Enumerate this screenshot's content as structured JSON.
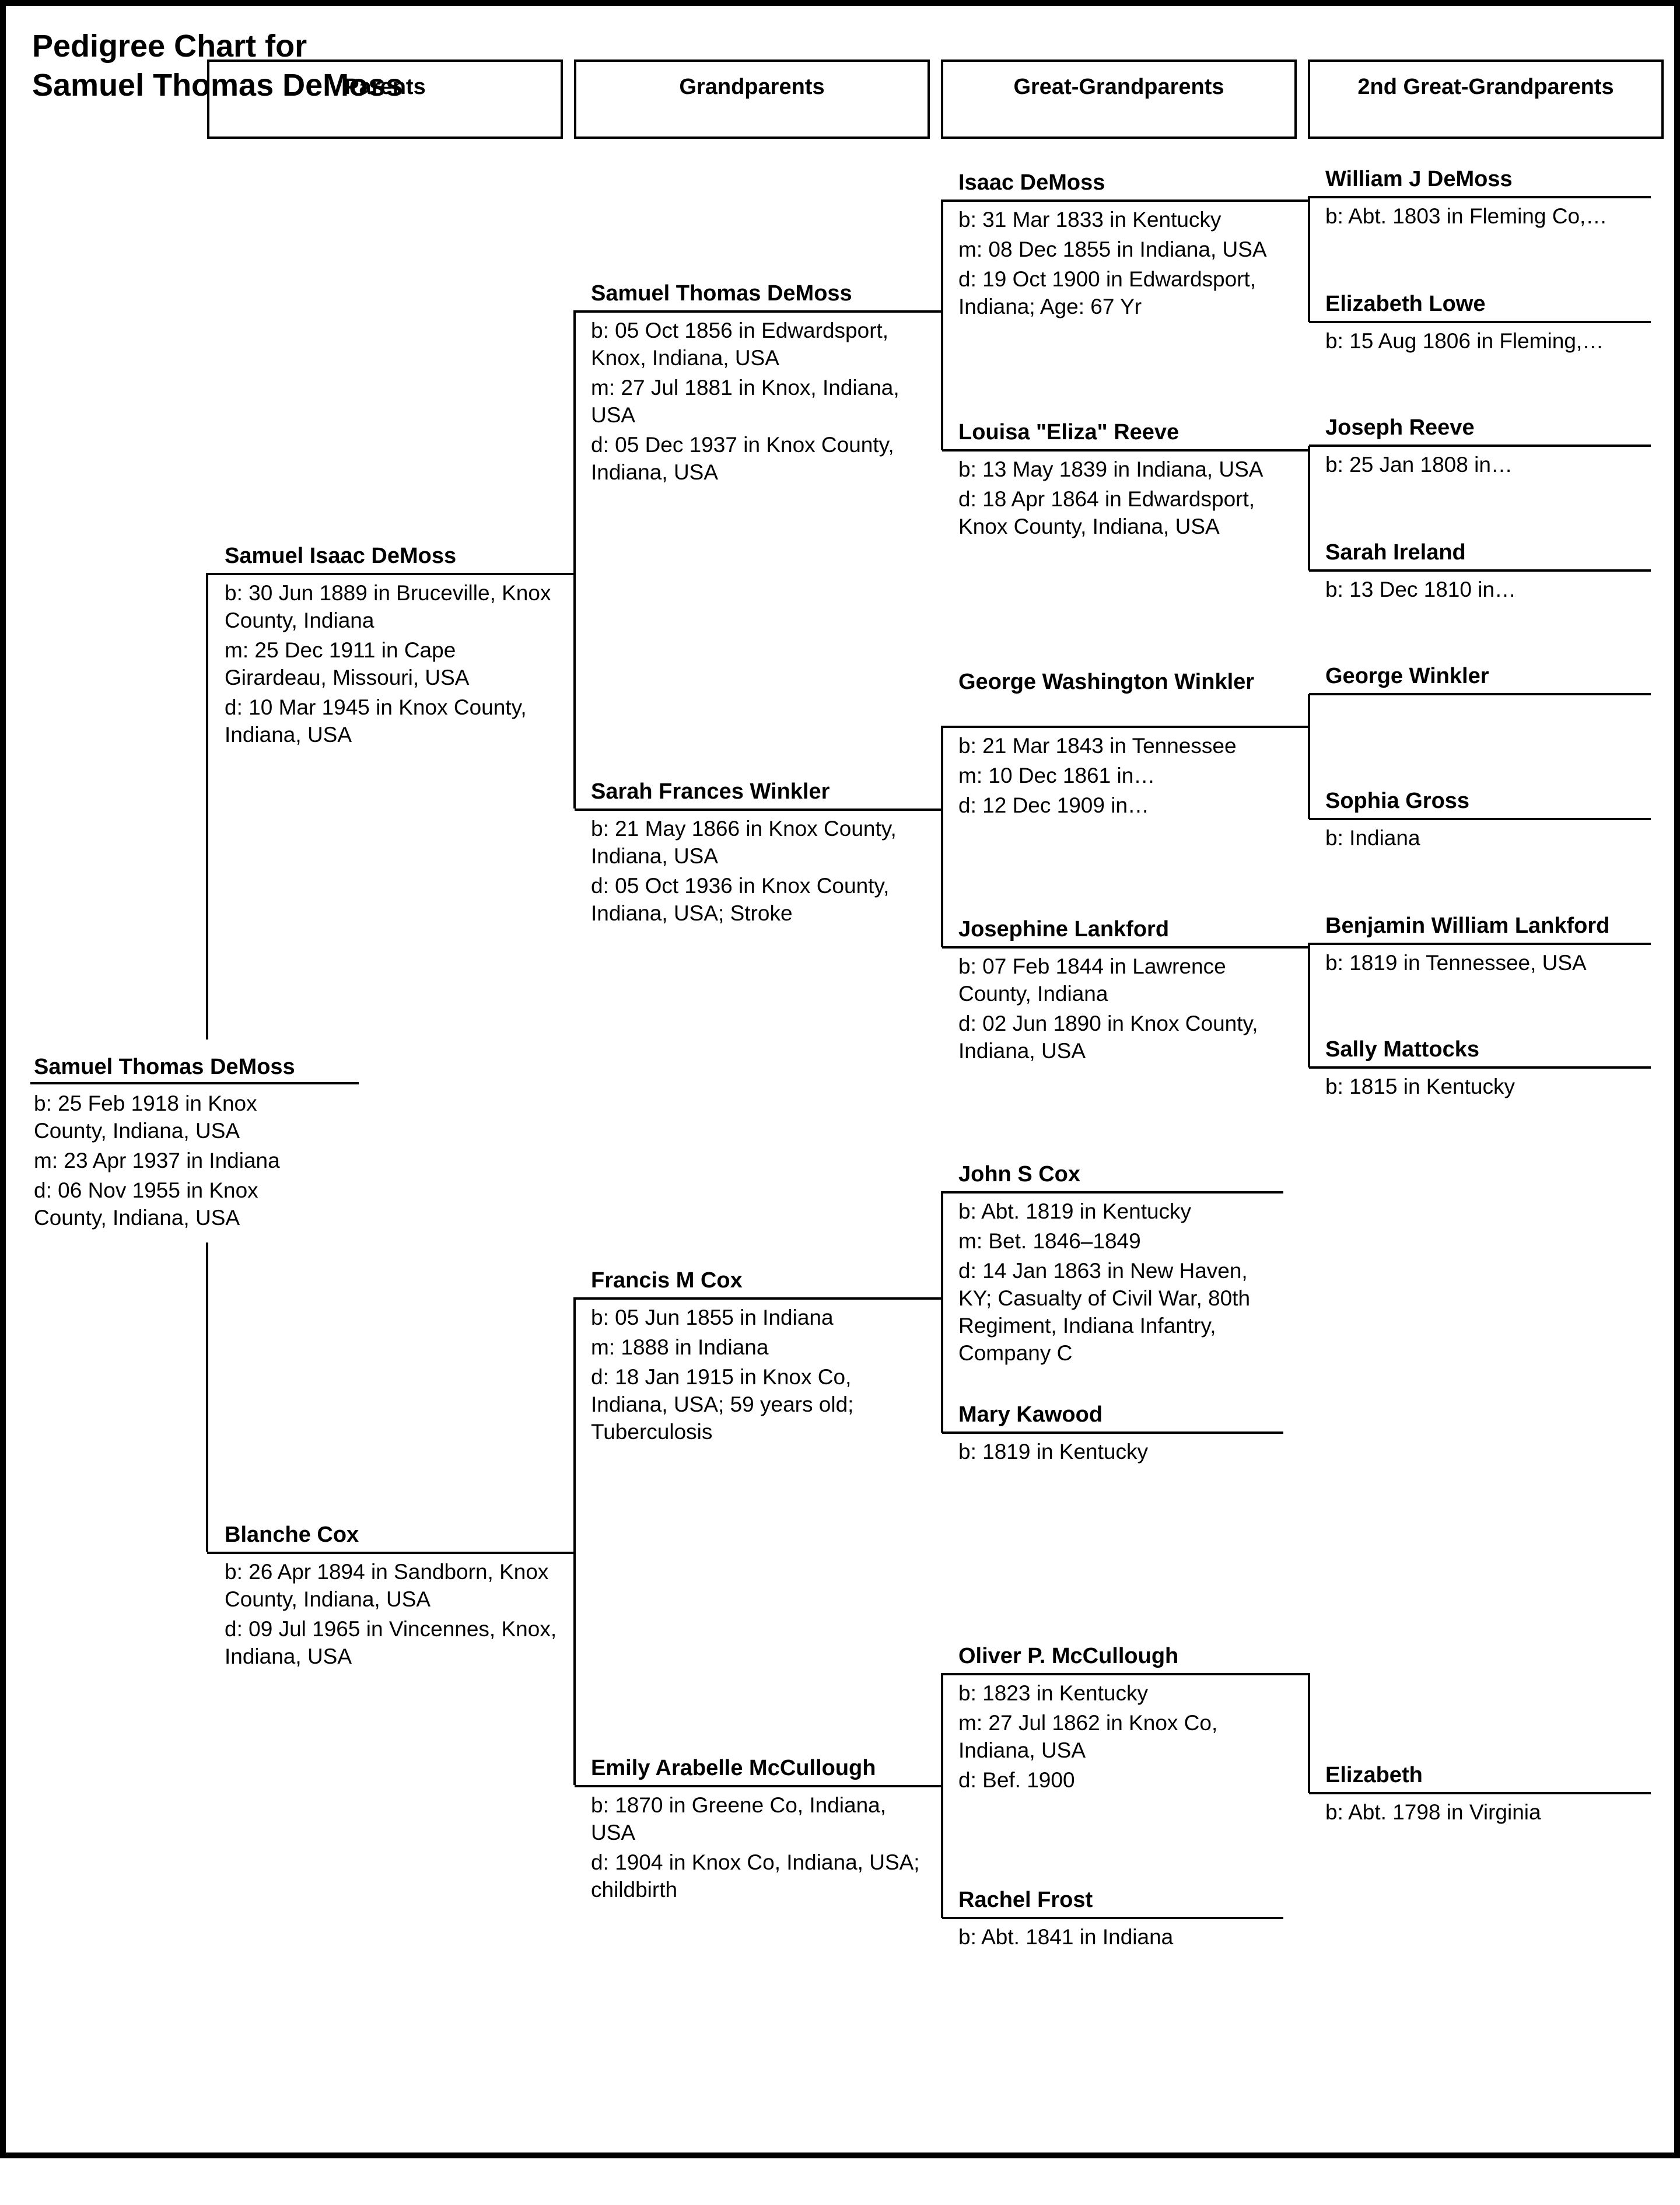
{
  "chart": {
    "title_line1": "Pedigree Chart for",
    "title_line2": "Samuel Thomas DeMoss"
  },
  "generation_headers": [
    "Parents",
    "Grandparents",
    "Great-Grandparents",
    "2nd Great-Grandparents"
  ],
  "people": {
    "root": {
      "name": "Samuel Thomas DeMoss",
      "facts": [
        "b: 25 Feb 1918 in Knox County, Indiana, USA",
        "m: 23 Apr 1937 in Indiana",
        "d: 06 Nov 1955 in Knox County, Indiana, USA"
      ]
    },
    "father": {
      "name": "Samuel Isaac DeMoss",
      "facts": [
        "b: 30 Jun 1889 in Bruceville, Knox County, Indiana",
        "m: 25 Dec 1911 in Cape Girardeau, Missouri, USA",
        "d: 10 Mar 1945 in Knox County, Indiana, USA"
      ]
    },
    "mother": {
      "name": "Blanche Cox",
      "facts": [
        "b: 26 Apr 1894 in Sandborn, Knox County, Indiana, USA",
        "d: 09 Jul 1965 in Vincennes, Knox, Indiana, USA"
      ]
    },
    "pat_grandfather": {
      "name": "Samuel Thomas DeMoss",
      "facts": [
        "b: 05 Oct 1856 in Edwardsport, Knox, Indiana, USA",
        "m: 27 Jul 1881 in Knox, Indiana, USA",
        "d: 05 Dec 1937 in Knox County, Indiana, USA"
      ]
    },
    "pat_grandmother": {
      "name": "Sarah Frances Winkler",
      "facts": [
        "b: 21 May 1866 in Knox County, Indiana, USA",
        "d: 05 Oct 1936 in Knox County, Indiana, USA; Stroke"
      ]
    },
    "mat_grandfather": {
      "name": "Francis M Cox",
      "facts": [
        "b: 05 Jun 1855 in Indiana",
        "m: 1888 in Indiana",
        "d: 18 Jan 1915 in Knox Co, Indiana, USA; 59 years old; Tuberculosis"
      ]
    },
    "mat_grandmother": {
      "name": "Emily Arabelle McCullough",
      "facts": [
        "b: 1870 in Greene Co, Indiana, USA",
        "d: 1904 in Knox Co, Indiana, USA; childbirth"
      ]
    },
    "gg1": {
      "name": "Isaac DeMoss",
      "facts": [
        "b: 31 Mar 1833 in Kentucky",
        "m: 08 Dec 1855 in Indiana, USA",
        "d: 19 Oct 1900 in Edwardsport, Indiana; Age: 67 Yr"
      ]
    },
    "gg2": {
      "name": "Louisa \"Eliza\" Reeve",
      "facts": [
        "b: 13 May 1839 in Indiana, USA",
        "d: 18 Apr 1864 in Edwardsport, Knox County, Indiana, USA"
      ]
    },
    "gg3": {
      "name": "George Washington Winkler",
      "facts": [
        "b: 21 Mar 1843 in Tennessee",
        "m: 10 Dec 1861 in…",
        "d: 12 Dec 1909 in…"
      ]
    },
    "gg4": {
      "name": "Josephine Lankford",
      "facts": [
        "b: 07 Feb 1844 in Lawrence County, Indiana",
        "d: 02 Jun 1890 in Knox County, Indiana, USA"
      ]
    },
    "gg5": {
      "name": "John S Cox",
      "facts": [
        "b: Abt. 1819 in Kentucky",
        "m: Bet. 1846–1849",
        "d: 14 Jan 1863 in New Haven, KY; Casualty of Civil War, 80th Regiment, Indiana Infantry, Company C"
      ]
    },
    "gg6": {
      "name": "Mary Kawood",
      "facts": [
        "b: 1819 in Kentucky"
      ]
    },
    "gg7": {
      "name": "Oliver P. McCullough",
      "facts": [
        "b: 1823 in Kentucky",
        "m: 27 Jul 1862 in Knox Co, Indiana, USA",
        "d: Bef. 1900"
      ]
    },
    "gg8": {
      "name": "Rachel Frost",
      "facts": [
        "b: Abt. 1841 in Indiana"
      ]
    },
    "ggg1": {
      "name": "William J DeMoss",
      "facts": [
        "b: Abt. 1803 in Fleming Co,…"
      ]
    },
    "ggg2": {
      "name": "Elizabeth Lowe",
      "facts": [
        "b: 15 Aug 1806 in Fleming,…"
      ]
    },
    "ggg3": {
      "name": "Joseph Reeve",
      "facts": [
        "b: 25 Jan 1808 in…"
      ]
    },
    "ggg4": {
      "name": "Sarah Ireland",
      "facts": [
        "b: 13 Dec 1810 in…"
      ]
    },
    "ggg5": {
      "name": "George Winkler",
      "facts": []
    },
    "ggg6": {
      "name": "Sophia Gross",
      "facts": [
        "b: Indiana"
      ]
    },
    "ggg7": {
      "name": "Benjamin William Lankford",
      "facts": [
        "b: 1819 in Tennessee, USA"
      ]
    },
    "ggg8": {
      "name": "Sally Mattocks",
      "facts": [
        "b: 1815 in Kentucky"
      ]
    },
    "ggg14": {
      "name": "Elizabeth",
      "facts": [
        "b: Abt. 1798 in Virginia"
      ]
    }
  }
}
